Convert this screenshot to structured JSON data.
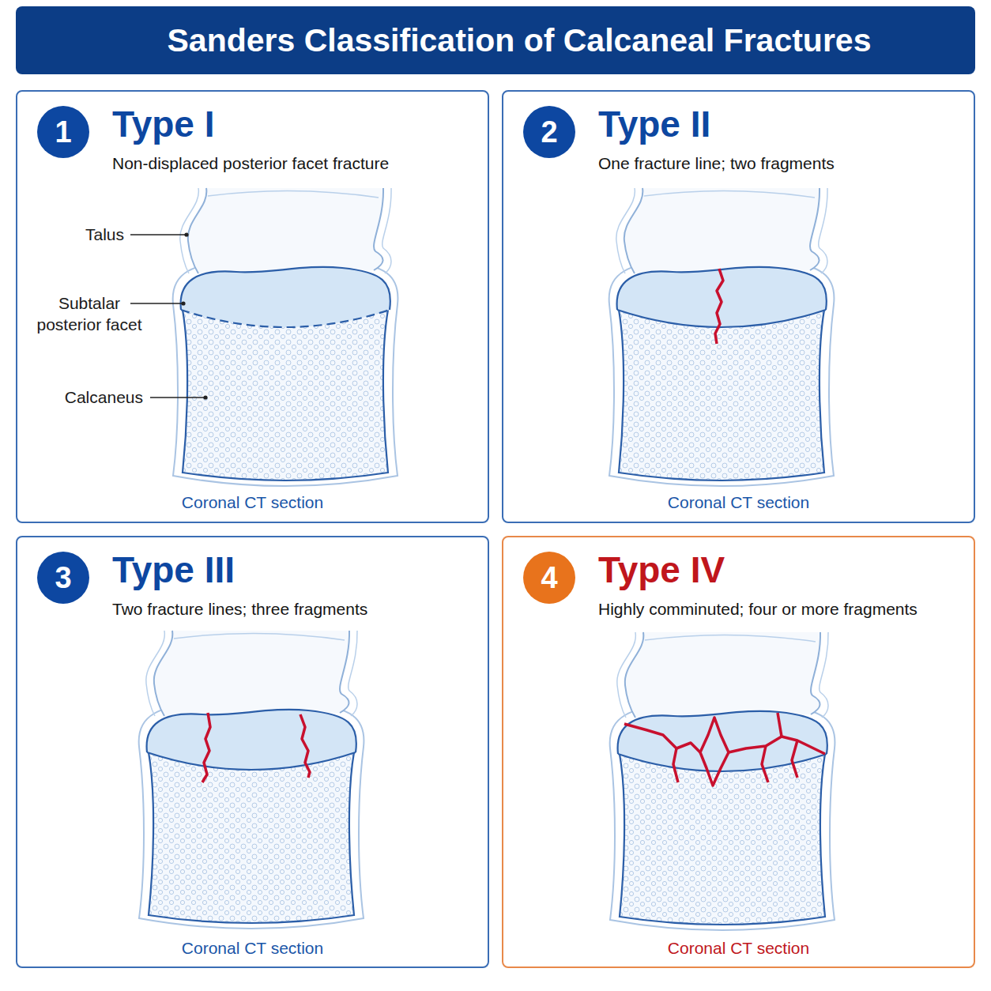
{
  "diagram": {
    "title": "Sanders Classification of Calcaneal Fractures",
    "nodes": [
      {
        "text": [
          "Type I",
          "Non-displaced posterior facet fracture",
          "Coronal CT section"
        ]
      },
      {
        "text": [
          "1"
        ],
        "in": 0
      },
      {
        "text": [
          "Type II",
          "One fracture line; two fragments",
          "Coronal CT section"
        ]
      },
      {
        "text": [
          "2"
        ],
        "in": 2
      },
      {
        "text": [
          "Type III",
          "Two fracture lines; three fragments",
          "Coronal CT section"
        ]
      },
      {
        "text": [
          "3"
        ],
        "in": 4
      },
      {
        "text": [
          "Type IV",
          "Highly comminuted; four or more fragments",
          "Coronal CT section"
        ]
      },
      {
        "text": [
          "4"
        ],
        "in": 6
      }
    ],
    "labels": [
      "Talus",
      "Subtalar posterior facet",
      "Calcaneus"
    ]
  }
}
